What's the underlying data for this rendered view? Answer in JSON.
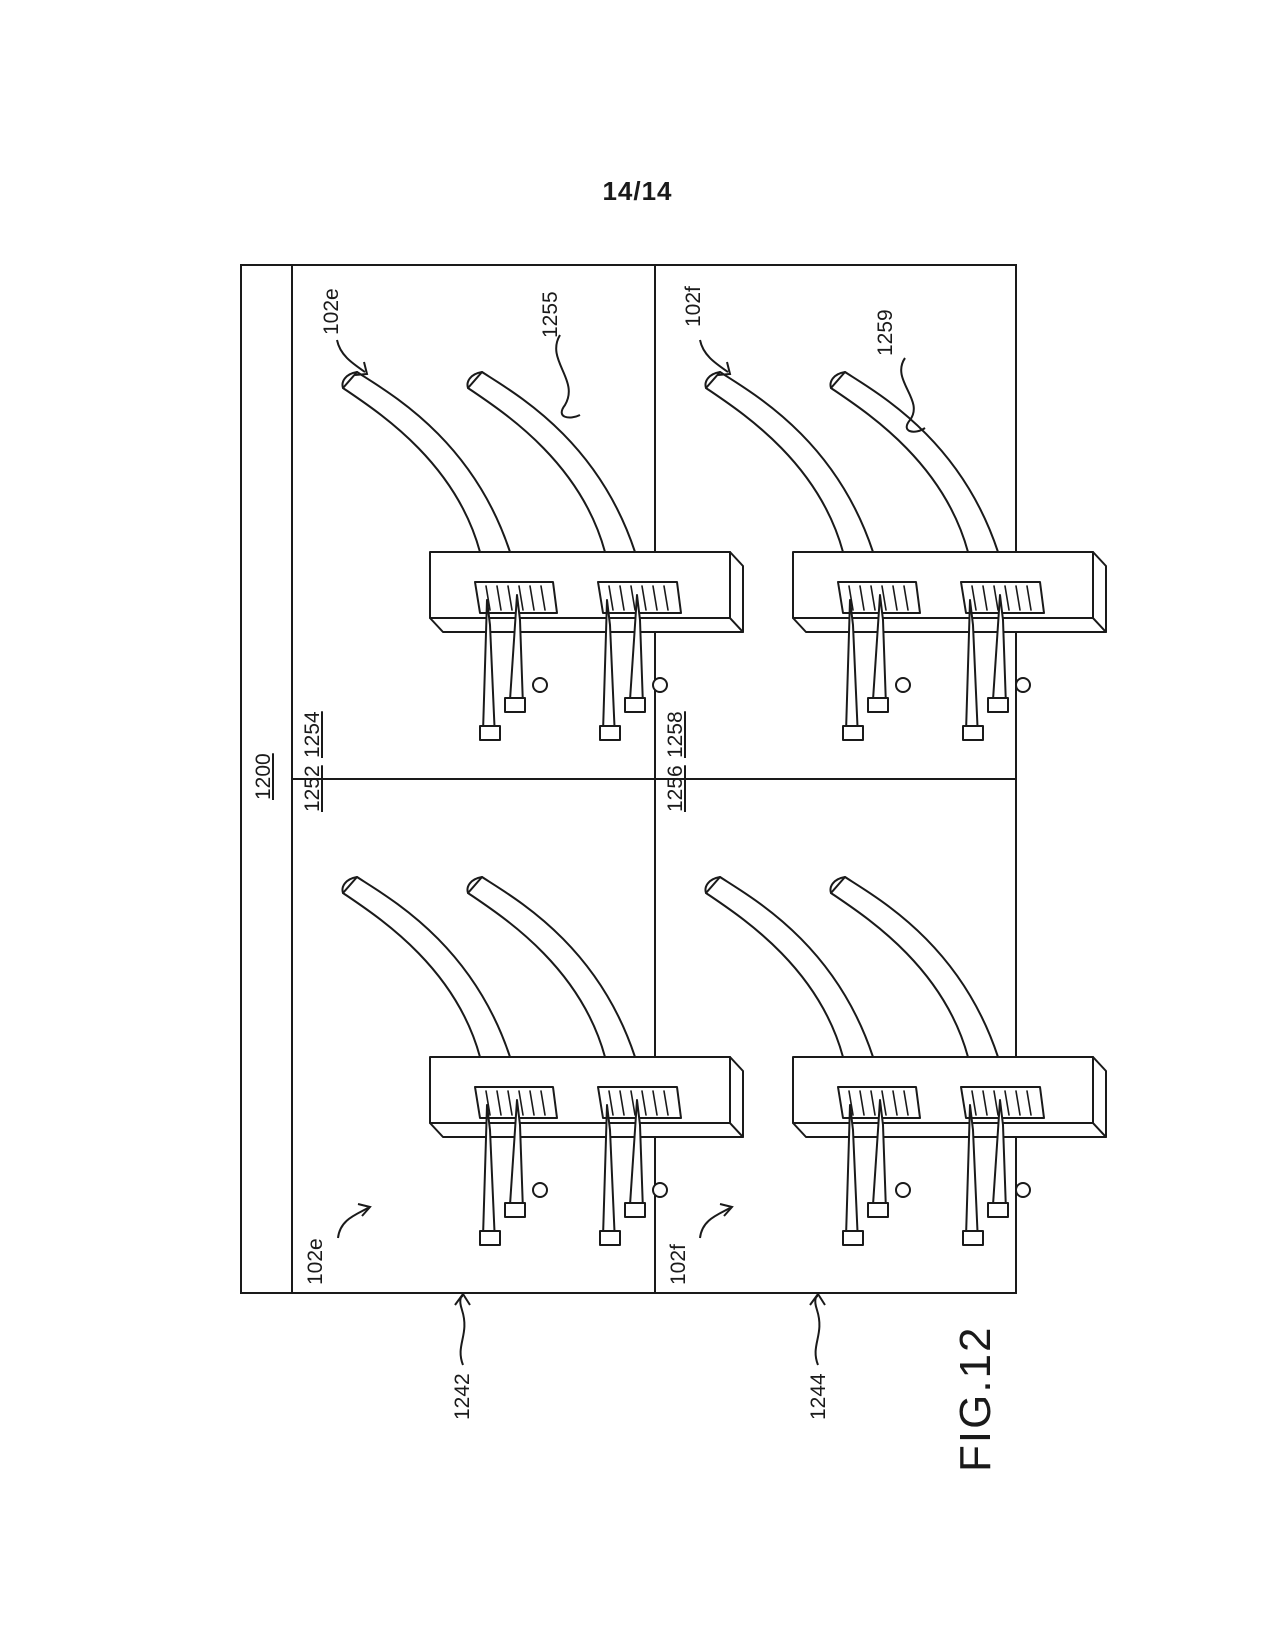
{
  "sheet": {
    "number": "14/14"
  },
  "figure": {
    "title": "FIG.12"
  },
  "labels": {
    "panel_group": "1200",
    "row_top": "1242",
    "row_bottom": "1244",
    "cell_1252": "1252",
    "cell_1254": "1254",
    "cell_1256": "1256",
    "cell_1258": "1258",
    "device_e": "102e",
    "device_f": "102f",
    "lever_1255": "1255",
    "lever_1259": "1259"
  },
  "colors": {
    "line": "#1a1a1a",
    "paper": "#ffffff"
  }
}
